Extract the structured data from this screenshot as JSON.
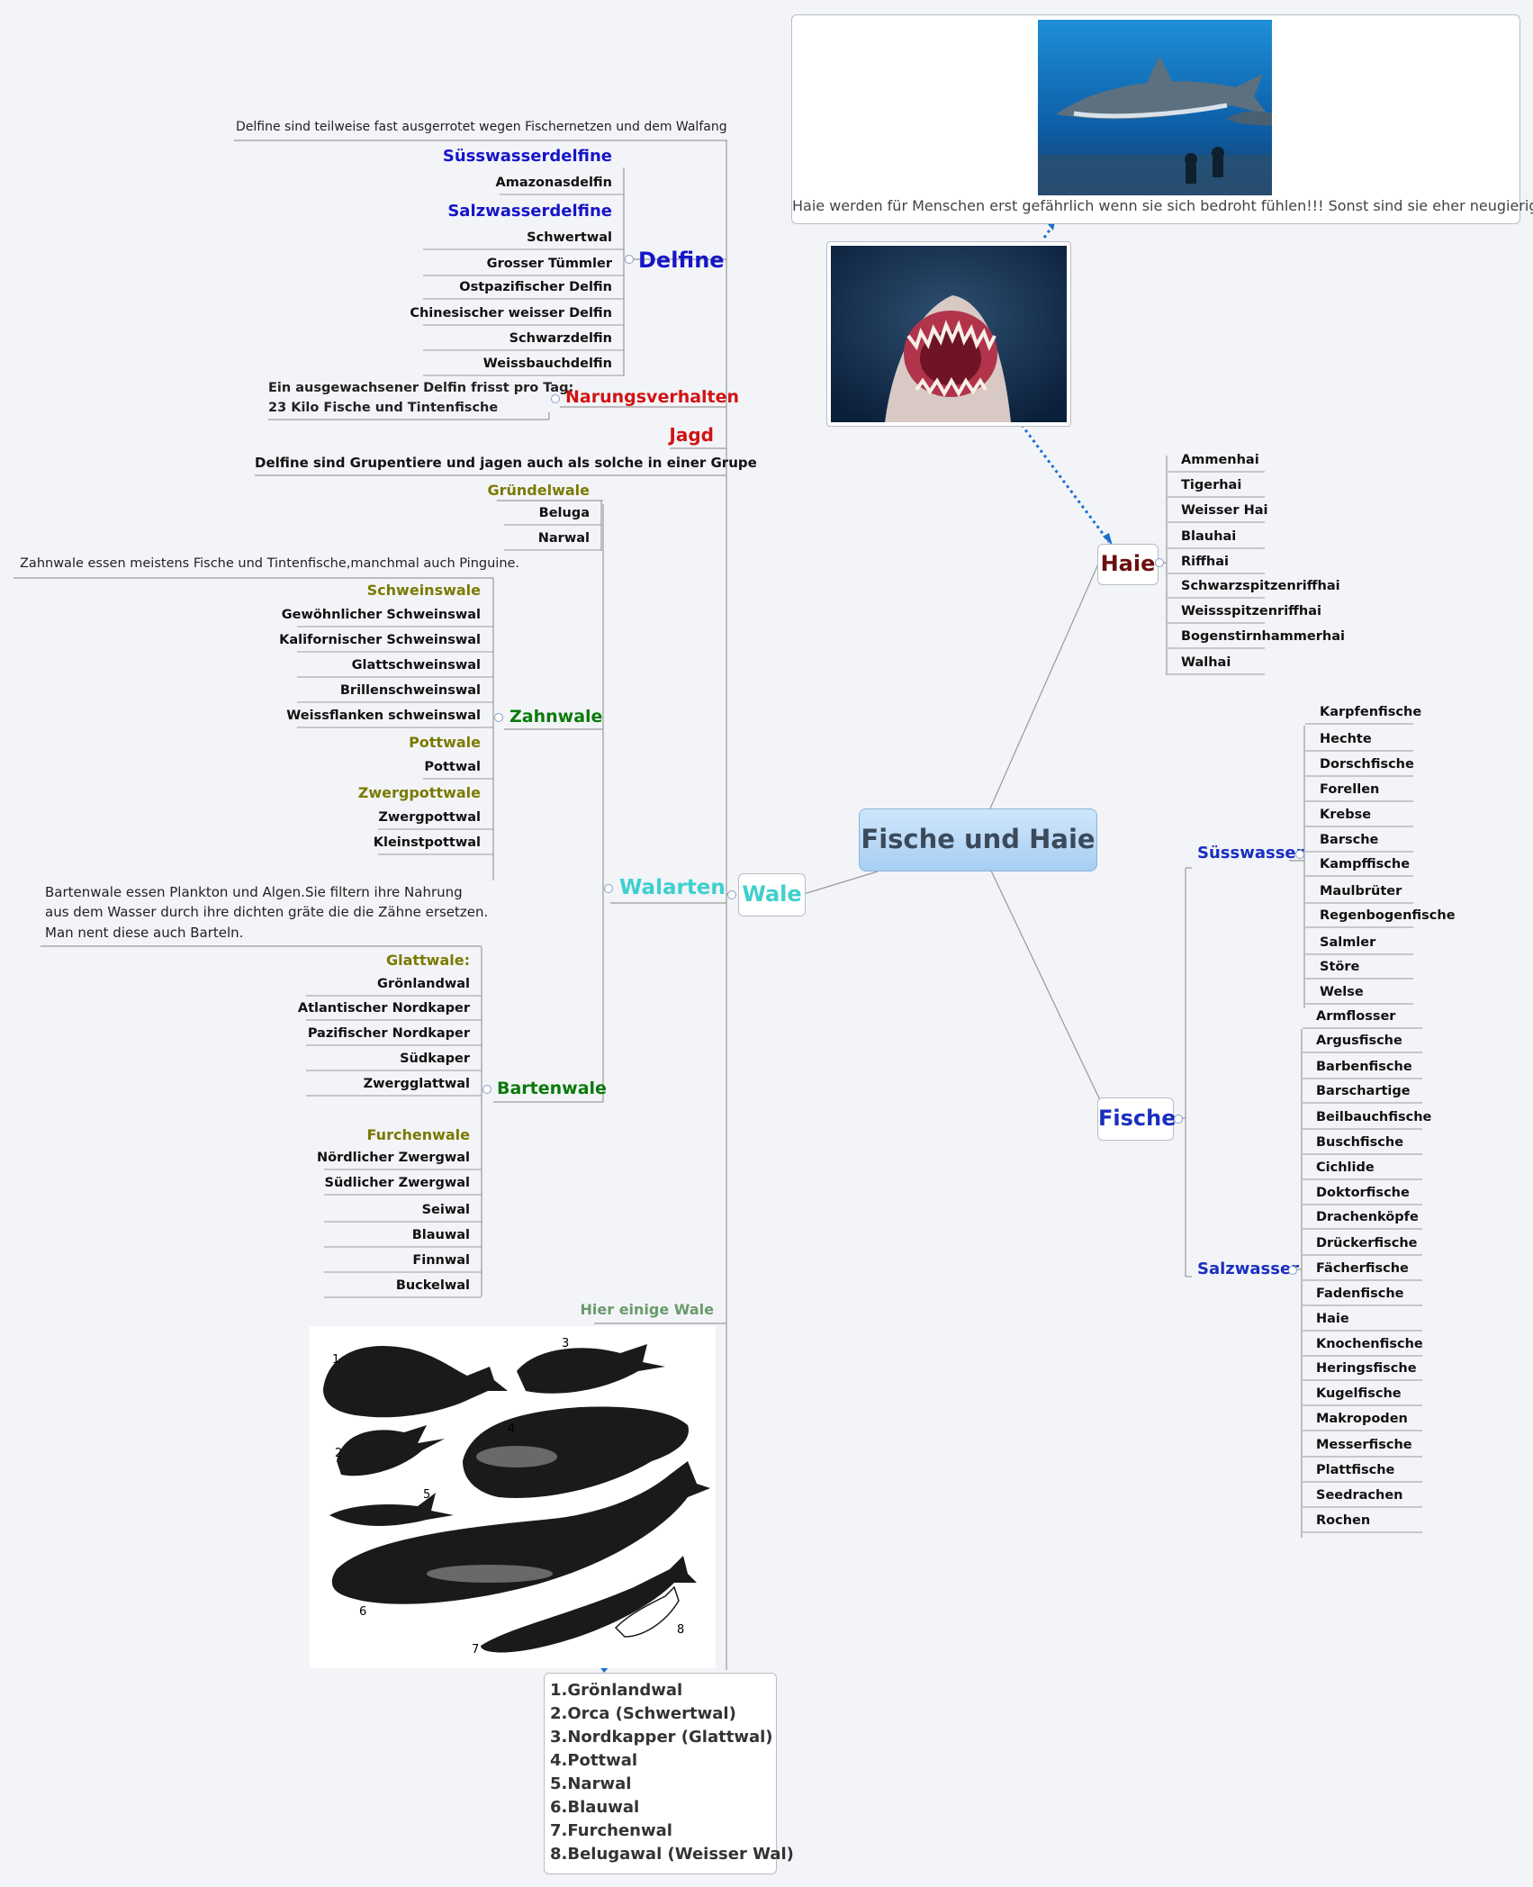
{
  "central": "Fische und Haie",
  "haie": {
    "title": "Haie",
    "items": [
      "Ammenhai",
      "Tigerhai",
      "Weisser Hai",
      "Blauhai",
      "Riffhai",
      "Schwarzspitzenriffhai",
      "Weissspitzenriffhai",
      "Bogenstirnhammerhai",
      "Walhai"
    ],
    "photo_caption": "Haie werden für Menschen erst gefährlich wenn sie sich bedroht fühlen!!! Sonst sind sie eher neugierig."
  },
  "fische": {
    "title": "Fische",
    "suesswasser": {
      "title": "Süsswasser",
      "items": [
        "Karpfenfische",
        "Hechte",
        "Dorschfische",
        "Forellen",
        "Krebse",
        "Barsche",
        "Kampffische",
        "Maulbrüter",
        "Regenbogenfische",
        "Salmler",
        "Störe",
        "Welse"
      ]
    },
    "salzwasser": {
      "title": "Salzwasser",
      "items": [
        "Armflosser",
        "Argusfische",
        "Barbenfische",
        "Barschartige",
        "Beilbauchfische",
        "Buschfische",
        "Cichlide",
        "Doktorfische",
        "Drachenköpfe",
        "Drückerfische",
        "Fächerfische",
        "Fadenfische",
        "Haie",
        "Knochenfische",
        "Heringsfische",
        "Kugelfische",
        "Makropoden",
        "Messerfische",
        "Plattfische",
        "Seedrachen",
        "Rochen"
      ]
    }
  },
  "wale": {
    "title": "Wale",
    "delfine": {
      "title": "Delfine",
      "note": "Delfine  sind teilweise fast ausgerrotet wegen Fischernetzen und dem Walfang",
      "suess_title": "Süsswasserdelfine",
      "suess_items": [
        "Amazonasdelfin"
      ],
      "salz_title": "Salzwasserdelfine",
      "salz_items": [
        "Schwertwal",
        "Grosser Tümmler",
        "Ostpazifischer Delfin",
        "Chinesischer weisser Delfin",
        "Schwarzdelfin",
        "Weissbauchdelfin"
      ]
    },
    "narungsverhalten": {
      "title": "Narungsverhalten",
      "note_line1": "Ein ausgewachsener Delfin frisst pro Tag:",
      "note_line2": "23 Kilo Fische und Tintenfische"
    },
    "jagd": {
      "title": "Jagd",
      "note": "Delfine sind Grupentiere und jagen auch als solche in einer Grupe"
    },
    "walarten": {
      "title": "Walarten",
      "gruendelwale": {
        "title": "Gründelwale",
        "items": [
          "Beluga",
          "Narwal"
        ]
      },
      "zahnwale": {
        "title": "Zahnwale",
        "note": "Zahnwale essen meistens Fische und Tintenfische,manchmal auch Pinguine.",
        "schweinswale_title": "Schweinswale",
        "schweinswale": [
          "Gewöhnlicher Schweinswal",
          "Kalifornischer Schweinswal",
          "Glattschweinswal",
          "Brillenschweinswal",
          "Weissflanken schweinswal"
        ],
        "pottwale_title": "Pottwale",
        "pottwale": [
          "Pottwal"
        ],
        "zwergpottwale_title": "Zwergpottwale",
        "zwergpottwale": [
          "Zwergpottwal",
          "Kleinstpottwal"
        ]
      },
      "bartenwale": {
        "title": "Bartenwale",
        "note_line1": "Bartenwale essen Plankton und Algen.Sie filtern ihre Nahrung",
        "note_line2": "aus dem Wasser durch ihre dichten gräte die die Zähne ersetzen.",
        "note_line3": "Man nent diese auch Barteln.",
        "glattwale_title": "Glattwale:",
        "glattwale": [
          "Grönlandwal",
          "Atlantischer Nordkaper",
          "Pazifischer Nordkaper",
          "Südkaper",
          "Zwergglattwal"
        ],
        "furchenwale_title": "Furchenwale",
        "furchenwale": [
          "Nördlicher Zwergwal",
          "Südlicher Zwergwal",
          "Seiwal",
          "Blauwal",
          "Finnwal",
          "Buckelwal"
        ]
      }
    },
    "hier_einige": "Hier einige Wale",
    "figure_numbers": [
      "1",
      "2",
      "3",
      "4",
      "5",
      "6",
      "7",
      "8"
    ],
    "legend": [
      "1.Grönlandwal",
      "2.Orca (Schwertwal)",
      "3.Nordkapper (Glattwal)",
      "4.Pottwal",
      "5.Narwal",
      "6.Blauwal",
      "7.Furchenwal",
      "8.Belugawal (Weisser Wal)"
    ]
  },
  "colors": {
    "background": "#f3f4f8",
    "central_fill": "#a8cef2",
    "haie": "#6b0f0f",
    "fische": "#1a2fc0",
    "wale": "#3fcfcf",
    "delfine": "#1515c8",
    "red": "#d01414",
    "green": "#0a7a0a",
    "olive": "#7a7a00",
    "hier": "#6a9a6a"
  }
}
